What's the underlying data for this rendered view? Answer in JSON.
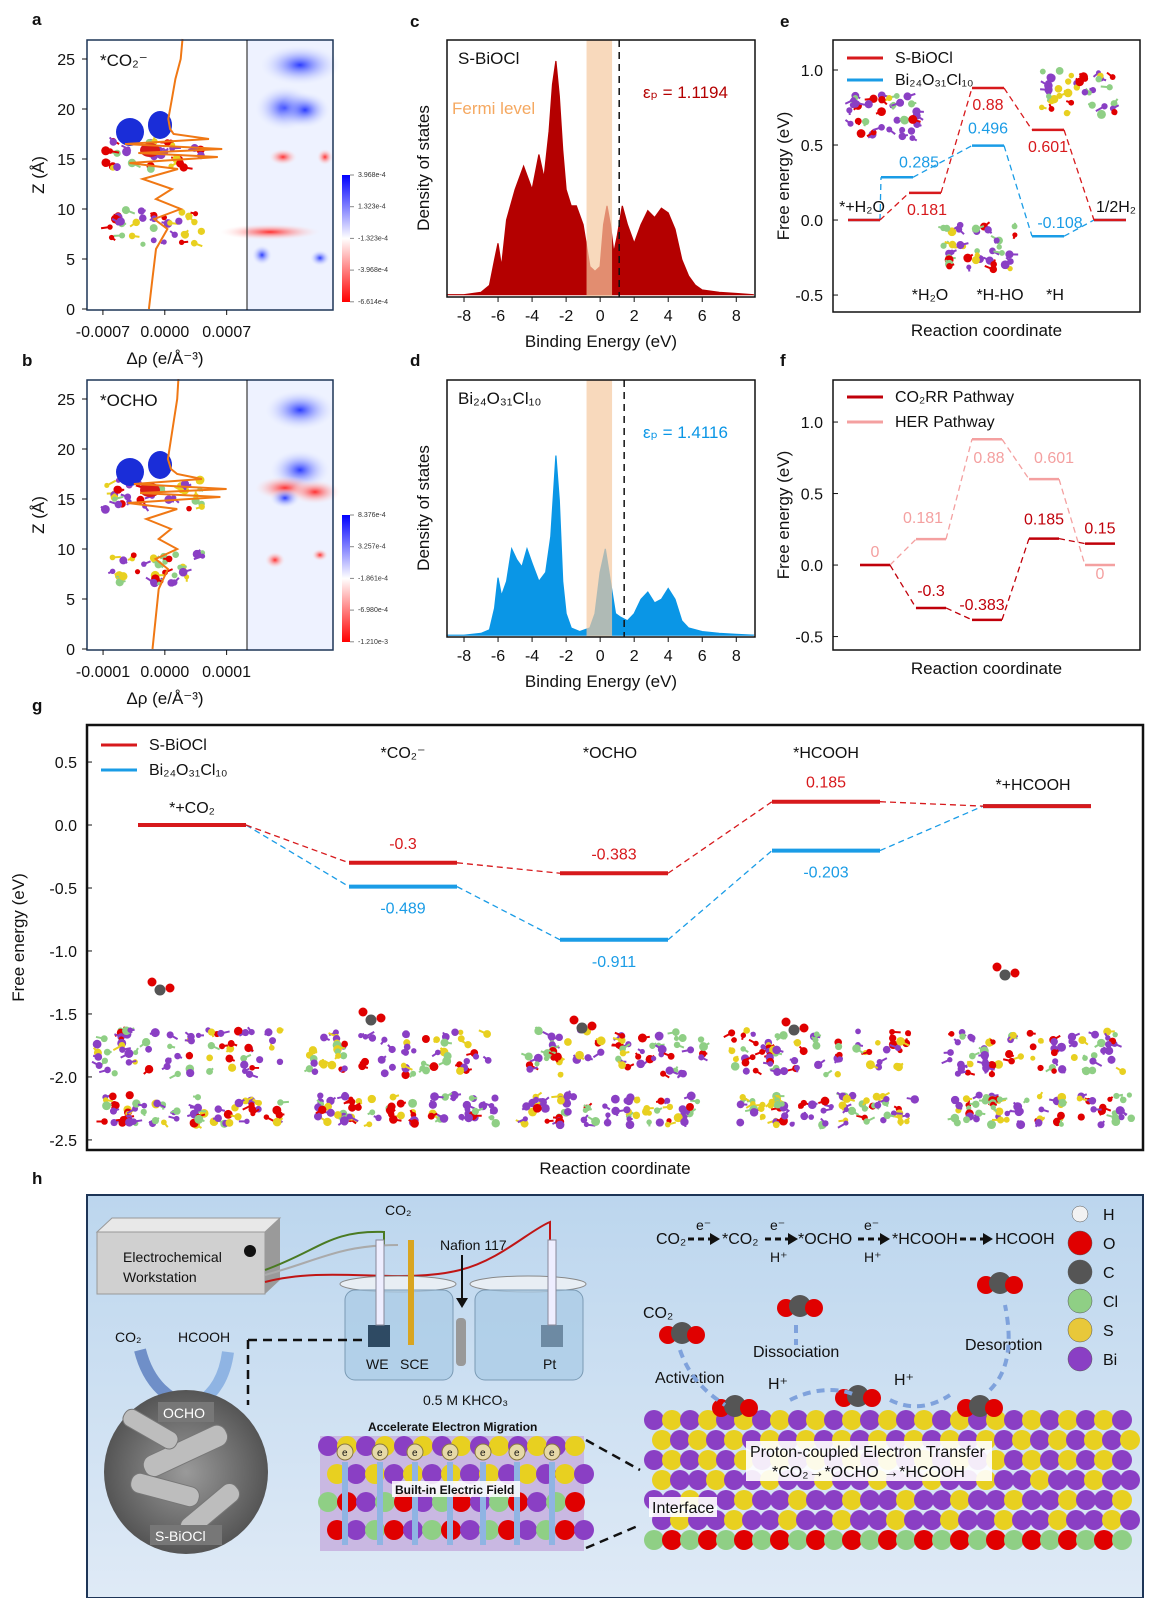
{
  "panel_labels": [
    "a",
    "b",
    "c",
    "d",
    "e",
    "f",
    "g",
    "h"
  ],
  "chart_data": [
    {
      "panel": "a",
      "type": "line",
      "annotation": "*CO₂⁻",
      "xlabel": "Δρ (e/Å⁻³)",
      "ylabel": "Z (Å)",
      "xlim": [
        -0.00088,
        0.00093
      ],
      "ylim": [
        0,
        27
      ],
      "xticks": [
        "-0.0007",
        "0.0000",
        "0.0007"
      ],
      "xtick_values": [
        -0.0007,
        0,
        0.0007
      ],
      "yticks": [
        0,
        5,
        10,
        15,
        20,
        25
      ],
      "line_color": "#f07814",
      "profile": {
        "z": [
          0,
          3,
          6,
          8,
          9,
          10,
          11,
          12,
          13,
          14,
          14.6,
          15.2,
          15.6,
          16.0,
          16.5,
          17.0,
          17.5,
          18,
          19,
          21,
          23,
          25,
          27
        ],
        "drho": [
          -0.00018,
          -0.00014,
          -0.0001,
          3e-05,
          -0.00012,
          0.00018,
          -0.0001,
          8e-05,
          -0.00025,
          0.00015,
          -0.0004,
          0.0006,
          -0.0003,
          0.00065,
          -0.00045,
          0.0005,
          0.0001,
          6e-05,
          4e-05,
          8e-05,
          0.00012,
          0.00018,
          0.0002
        ]
      },
      "colorbar": {
        "ticks": [
          "3.968e-4",
          "1.323e-4",
          "-1.323e-4",
          "-3.968e-4",
          "-6.614e-4"
        ],
        "colors": [
          "#0000ff",
          "#ffffff",
          "#ff0000"
        ]
      }
    },
    {
      "panel": "b",
      "type": "line",
      "annotation": "*OCHO",
      "xlabel": "Δρ (e/Å⁻³)",
      "ylabel": "Z (Å)",
      "xlim": [
        -0.000126,
        0.000133
      ],
      "ylim": [
        0,
        27
      ],
      "xticks": [
        "-0.0001",
        "0.0000",
        "0.0001"
      ],
      "xtick_values": [
        -0.0001,
        0,
        0.0001
      ],
      "yticks": [
        0,
        5,
        10,
        15,
        20,
        25
      ],
      "line_color": "#f07814",
      "profile": {
        "z": [
          0,
          3,
          6,
          8,
          9,
          10,
          11,
          12,
          13,
          14,
          14.6,
          15.2,
          15.6,
          16.0,
          16.5,
          17.0,
          17.5,
          18,
          19,
          21,
          23,
          25,
          27
        ],
        "drho": [
          -2e-05,
          -1.5e-05,
          -1e-05,
          5e-06,
          -1.5e-05,
          2e-05,
          -1e-05,
          1e-05,
          -3e-05,
          2e-05,
          -6e-05,
          9e-05,
          -4e-05,
          0.0001,
          -5e-05,
          6e-05,
          2e-05,
          1e-05,
          5e-06,
          1e-05,
          1.5e-05,
          2e-05,
          2.2e-05
        ]
      },
      "colorbar": {
        "ticks": [
          "8.376e-4",
          "3.257e-4",
          "-1.861e-4",
          "-6.980e-4",
          "-1.210e-3"
        ],
        "colors": [
          "#0000ff",
          "#ffffff",
          "#ff0000"
        ]
      }
    },
    {
      "panel": "c",
      "type": "area",
      "annotation": "S-BiOCl",
      "fermi_label": "Fermi level",
      "epsilon_label": "εₚ = 1.1194",
      "d_band_center": 1.1194,
      "xlabel": "Binding Energy (eV)",
      "ylabel": "Density of states",
      "xlim": [
        -9.0,
        9.1
      ],
      "ylim": [
        -0.01,
        1.09
      ],
      "xticks": [
        -8,
        -6,
        -4,
        -2,
        0,
        2,
        4,
        6,
        8
      ],
      "fermi_band": [
        -0.8,
        0.7
      ],
      "fermi_color": "#f5c9a0",
      "color": "#b40000",
      "x": [
        -9,
        -8,
        -7,
        -6.5,
        -6.2,
        -6.0,
        -5.8,
        -5.5,
        -5.0,
        -4.5,
        -4.0,
        -3.6,
        -3.3,
        -3.0,
        -2.8,
        -2.6,
        -2.4,
        -2.2,
        -2.0,
        -1.7,
        -1.4,
        -1.0,
        -0.6,
        -0.3,
        0.0,
        0.2,
        0.4,
        0.6,
        0.8,
        1.0,
        1.3,
        1.6,
        2.0,
        2.4,
        2.8,
        3.2,
        3.6,
        4.0,
        4.4,
        4.8,
        5.2,
        5.6,
        6.0,
        7.0,
        8.0,
        9.0
      ],
      "y": [
        0.0,
        0.0,
        0.01,
        0.04,
        0.15,
        0.22,
        0.12,
        0.32,
        0.45,
        0.55,
        0.45,
        0.6,
        0.5,
        0.7,
        0.9,
        1.0,
        0.85,
        0.62,
        0.45,
        0.38,
        0.38,
        0.3,
        0.12,
        0.1,
        0.12,
        0.3,
        0.38,
        0.3,
        0.18,
        0.25,
        0.38,
        0.3,
        0.22,
        0.3,
        0.36,
        0.33,
        0.37,
        0.35,
        0.28,
        0.15,
        0.08,
        0.04,
        0.02,
        0.01,
        0.005,
        0.0
      ]
    },
    {
      "panel": "d",
      "type": "area",
      "annotation": "Bi₂₄O₃₁Cl₁₀",
      "epsilon_label": "εₚ = 1.4116",
      "d_band_center": 1.4116,
      "xlabel": "Binding Energy (eV)",
      "ylabel": "Density of states",
      "xlim": [
        -9.0,
        9.1
      ],
      "ylim": [
        -0.01,
        1.42
      ],
      "xticks": [
        -8,
        -6,
        -4,
        -2,
        0,
        2,
        4,
        6,
        8
      ],
      "fermi_band": [
        -0.8,
        0.7
      ],
      "fermi_color": "#f5c9a0",
      "color": "#0a96e6",
      "x": [
        -9,
        -8,
        -7,
        -6.5,
        -6.2,
        -6.0,
        -5.8,
        -5.5,
        -5.2,
        -4.9,
        -4.6,
        -4.3,
        -4.0,
        -3.6,
        -3.2,
        -2.9,
        -2.6,
        -2.4,
        -2.2,
        -2.0,
        -1.7,
        -1.2,
        -0.6,
        -0.3,
        0.0,
        0.3,
        0.6,
        0.9,
        1.2,
        1.6,
        2.0,
        2.4,
        2.8,
        3.2,
        3.6,
        4.0,
        4.4,
        4.8,
        5.2,
        6.0,
        7.0,
        8.0,
        9.0
      ],
      "y": [
        0.0,
        0.0,
        0.01,
        0.03,
        0.15,
        0.32,
        0.22,
        0.3,
        0.48,
        0.42,
        0.38,
        0.48,
        0.4,
        0.3,
        0.35,
        0.55,
        1.0,
        0.75,
        0.3,
        0.12,
        0.04,
        0.02,
        0.04,
        0.12,
        0.35,
        0.48,
        0.3,
        0.12,
        0.1,
        0.08,
        0.12,
        0.2,
        0.24,
        0.18,
        0.2,
        0.26,
        0.2,
        0.08,
        0.04,
        0.02,
        0.01,
        0.005,
        0.0
      ]
    },
    {
      "panel": "e",
      "type": "step",
      "xlabel": "Reaction coordinate",
      "ylabel": "Free energy (eV)",
      "ylim": [
        -0.613,
        1.2
      ],
      "yticks": [
        "-0.5",
        "0.0",
        "0.5",
        "1.0"
      ],
      "ytick_values": [
        -0.5,
        0,
        0.5,
        1.0
      ],
      "states": [
        "*+H₂O",
        "*H₂O",
        "*H-HO",
        "*H",
        "1/2H₂"
      ],
      "series": [
        {
          "name": "S-BiOCl",
          "color": "#d7191c",
          "values": [
            0,
            0.181,
            0.88,
            0.601,
            0
          ],
          "labels": [
            null,
            "0.181",
            "0.88",
            "0.601",
            null
          ]
        },
        {
          "name": "Bi₂₄O₃₁Cl₁₀",
          "color": "#1a9ce6",
          "values": [
            0,
            0.285,
            0.496,
            -0.108,
            0
          ],
          "labels": [
            null,
            "0.285",
            "0.496",
            "-0.108",
            null
          ]
        }
      ],
      "legend": "top-left"
    },
    {
      "panel": "f",
      "type": "step",
      "xlabel": "Reaction coordinate",
      "ylabel": "Free energy (eV)",
      "ylim": [
        -0.594,
        1.294
      ],
      "yticks": [
        "-0.5",
        "0.0",
        "0.5",
        "1.0"
      ],
      "ytick_values": [
        -0.5,
        0,
        0.5,
        1.0
      ],
      "series": [
        {
          "name": "CO₂RR Pathway",
          "color": "#c0000a",
          "values": [
            0,
            -0.3,
            -0.383,
            0.185,
            0.15
          ],
          "labels": [
            null,
            "-0.3",
            "-0.383",
            "0.185",
            "0.15"
          ]
        },
        {
          "name": "HER Pathway",
          "color": "#f4a0a0",
          "values": [
            0,
            0.181,
            0.88,
            0.601,
            0
          ],
          "labels": [
            "0",
            "0.181",
            "0.88",
            "0.601",
            "0"
          ]
        }
      ],
      "legend": "top-left"
    },
    {
      "panel": "g",
      "type": "step",
      "xlabel": "Reaction coordinate",
      "ylabel": "Free energy (eV)",
      "ylim": [
        -2.58,
        0.794
      ],
      "yticks": [
        "0.5",
        "0.0",
        "-0.5",
        "-1.0",
        "-1.5",
        "-2.0",
        "-2.5"
      ],
      "ytick_values": [
        0.5,
        0,
        -0.5,
        -1.0,
        -1.5,
        -2.0,
        -2.5
      ],
      "states": [
        "*+CO₂",
        "*CO₂⁻",
        "*OCHO",
        "*HCOOH",
        "*+HCOOH"
      ],
      "series": [
        {
          "name": "S-BiOCl",
          "color": "#d7191c",
          "values": [
            0,
            -0.3,
            -0.383,
            0.185,
            0.15
          ],
          "labels": [
            null,
            "-0.3",
            "-0.383",
            "0.185",
            null
          ]
        },
        {
          "name": "Bi₂₄O₃₁Cl₁₀",
          "color": "#1a9ce6",
          "values": [
            0,
            -0.489,
            -0.911,
            -0.203,
            0.15
          ],
          "labels": [
            null,
            "-0.489",
            "-0.911",
            "-0.203",
            null
          ]
        }
      ],
      "legend": "top-left"
    }
  ],
  "schematic": {
    "workstation": [
      "Electrochemical",
      "Workstation"
    ],
    "co2_gas": "CO₂",
    "nafion": "Nafion 117",
    "we": "WE",
    "sce": "SCE",
    "pt": "Pt",
    "electrolyte": "0.5 M KHCO₃",
    "cycle_in": "CO₂",
    "cycle_out": "HCOOH",
    "ocho": "OCHO",
    "sem_label": "S-BiOCl",
    "accelerate": "Accelerate Electron Migration",
    "built_in_field": "Built-in Electric Field",
    "electron": "e",
    "pathway": {
      "species": [
        "CO₂",
        "*CO₂",
        "*OCHO",
        "*HCOOH",
        "HCOOH"
      ],
      "electron_labels": [
        "e⁻",
        "e⁻",
        "e⁻"
      ],
      "proton_labels": [
        "H⁺",
        "H⁺"
      ]
    },
    "steps": {
      "co2": "CO₂",
      "activation": "Activation",
      "dissociation": "Dissociation",
      "desorption": "Desorption",
      "h_plus_1": "H⁺",
      "h_plus_2": "H⁺"
    },
    "pcet": [
      "Proton-coupled Electron Transfer",
      "*CO₂→*OCHO →*HCOOH"
    ],
    "interface": "Interface",
    "atom_legend": [
      {
        "symbol": "H",
        "color": "#f2f2f2"
      },
      {
        "symbol": "O",
        "color": "#e00000"
      },
      {
        "symbol": "C",
        "color": "#555555"
      },
      {
        "symbol": "Cl",
        "color": "#8fcf85"
      },
      {
        "symbol": "S",
        "color": "#e8c83a"
      },
      {
        "symbol": "Bi",
        "color": "#8a3fc4"
      }
    ]
  }
}
